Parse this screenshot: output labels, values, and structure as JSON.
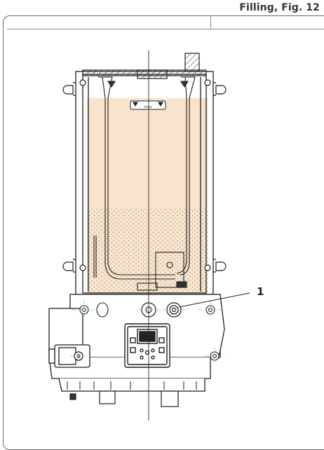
{
  "header": {
    "caption": "Filling, Fig. 12"
  },
  "callouts": [
    {
      "label": "1"
    }
  ],
  "reservoir_label": "max",
  "colors": {
    "grease": "#f8e4cc",
    "stroke": "#1f1f1f",
    "centerline": "#2a2a2a",
    "hidden_line": "#9ec8e6"
  }
}
